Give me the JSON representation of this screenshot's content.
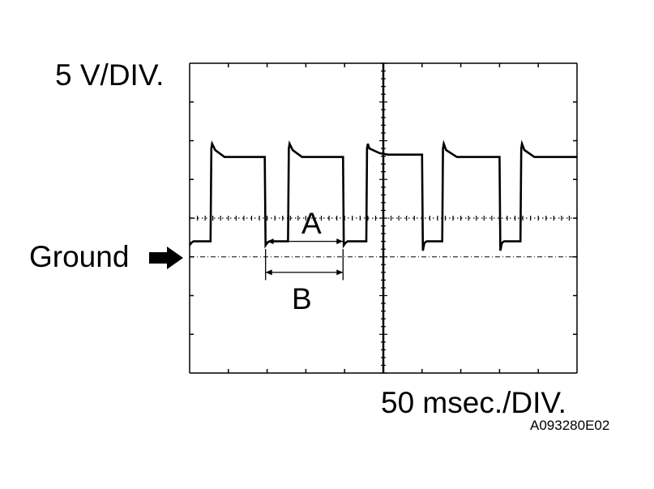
{
  "chart_data": {
    "type": "line",
    "title": "",
    "ylabel": "5 V/DIV.",
    "xlabel": "50 msec./DIV.",
    "x_units": "ms",
    "y_units": "V",
    "xlim": [
      0,
      500
    ],
    "ylim": [
      -15,
      25
    ],
    "grid": true,
    "ground_label": "Ground",
    "interval_labels": [
      "A",
      "B"
    ],
    "series": [
      {
        "values_note": "",
        "x": [
          0,
          2,
          5,
          27,
          28,
          29,
          33,
          45,
          58,
          59,
          97,
          98,
          100,
          103,
          127,
          128,
          129,
          133,
          145,
          158,
          159,
          198,
          199,
          201,
          204,
          228,
          229,
          230,
          232,
          245,
          256,
          257,
          300,
          301,
          303,
          306,
          326,
          327,
          328,
          331,
          345,
          358,
          359,
          400,
          401,
          403,
          406,
          427,
          428,
          429,
          432,
          445,
          458,
          459,
          500
        ],
        "values": [
          1.5,
          1.8,
          2.0,
          2.0,
          14.0,
          14.6,
          13.8,
          12.9,
          12.9,
          12.9,
          12.9,
          1.5,
          1.8,
          2.0,
          2.0,
          14.0,
          14.6,
          13.8,
          12.9,
          12.9,
          12.9,
          12.9,
          1.5,
          1.8,
          2.0,
          2.0,
          14.0,
          14.6,
          14.0,
          13.4,
          13.2,
          13.2,
          13.2,
          0.8,
          1.8,
          2.0,
          2.0,
          14.0,
          14.6,
          13.8,
          12.9,
          12.9,
          12.9,
          12.9,
          0.8,
          1.8,
          2.0,
          2.0,
          14.0,
          14.6,
          13.8,
          12.9,
          12.9,
          12.9,
          12.9
        ]
      }
    ],
    "intervals": [
      {
        "label": "A",
        "x_start": 100,
        "x_end": 198,
        "y": 2.0
      },
      {
        "label": "B",
        "x_start": 98,
        "x_end": 198,
        "y": -2.0
      }
    ]
  },
  "figure_code": "A093280E02",
  "colors": {
    "trace": "#000000",
    "background": "#ffffff",
    "grid": "#000000"
  }
}
